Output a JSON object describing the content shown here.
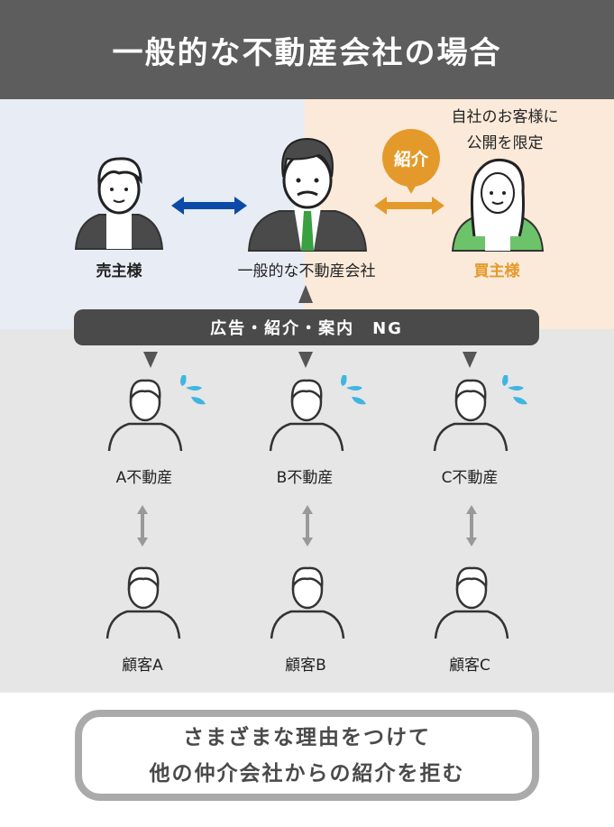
{
  "header": {
    "title": "一般的な不動産会社の場合"
  },
  "top": {
    "seller_label": "売主様",
    "agent_label": "一般的な不動産会社",
    "buyer_label": "買主様",
    "bubble_label": "紹介",
    "note_line1": "自社のお客様に",
    "note_line2": "公開を限定"
  },
  "ng_bar": {
    "label": "広告・紹介・案内　NG"
  },
  "agencies": [
    {
      "label": "A不動産",
      "customer": "顧客A"
    },
    {
      "label": "B不動産",
      "customer": "顧客B"
    },
    {
      "label": "C不動産",
      "customer": "顧客C"
    }
  ],
  "summary": {
    "line1": "さまざまな理由をつけて",
    "line2": "他の仲介会社からの紹介を拒む"
  },
  "colors": {
    "header": "#5c5d5c",
    "blue_arrow": "#0b4aa8",
    "orange": "#e49a2b",
    "green": "#4db04a"
  }
}
